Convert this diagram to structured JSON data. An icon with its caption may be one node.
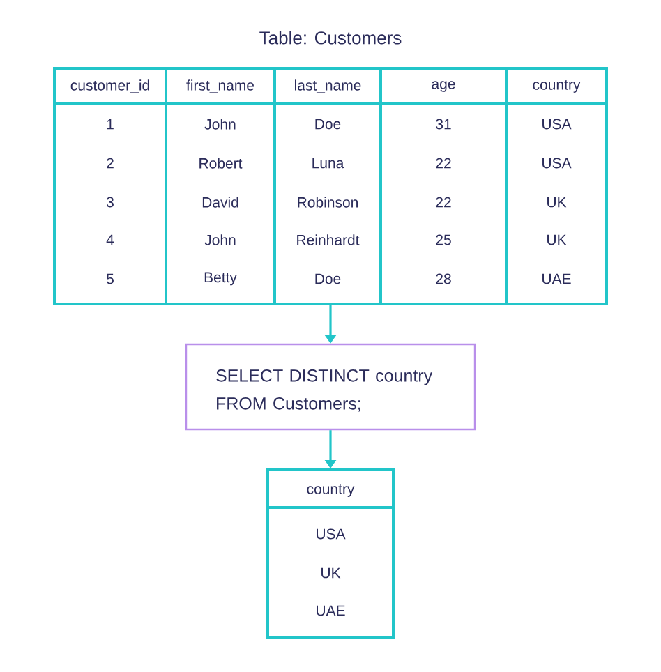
{
  "diagram": {
    "nodes": [
      {
        "text": [
          "Table: Customers",
          "customer_id",
          "first_name",
          "last_name",
          "age",
          "country",
          "1",
          "John",
          "Doe",
          "31",
          "USA",
          "2",
          "Robert",
          "Luna",
          "22",
          "USA",
          "3",
          "David",
          "Robinson",
          "22",
          "UK",
          "4",
          "John",
          "Reinhardt",
          "25",
          "UK",
          "5",
          "Betty",
          "Doe",
          "28",
          "UAE"
        ]
      },
      {
        "text": [
          "SELECT DISTINCT country FROM Customers;"
        ]
      },
      {
        "text": [
          "country",
          "USA",
          "UK",
          "UAE"
        ]
      }
    ],
    "edges": [
      {
        "from": 0,
        "to": 1,
        "arrow": "to"
      },
      {
        "from": 1,
        "to": 2,
        "arrow": "to"
      }
    ]
  }
}
